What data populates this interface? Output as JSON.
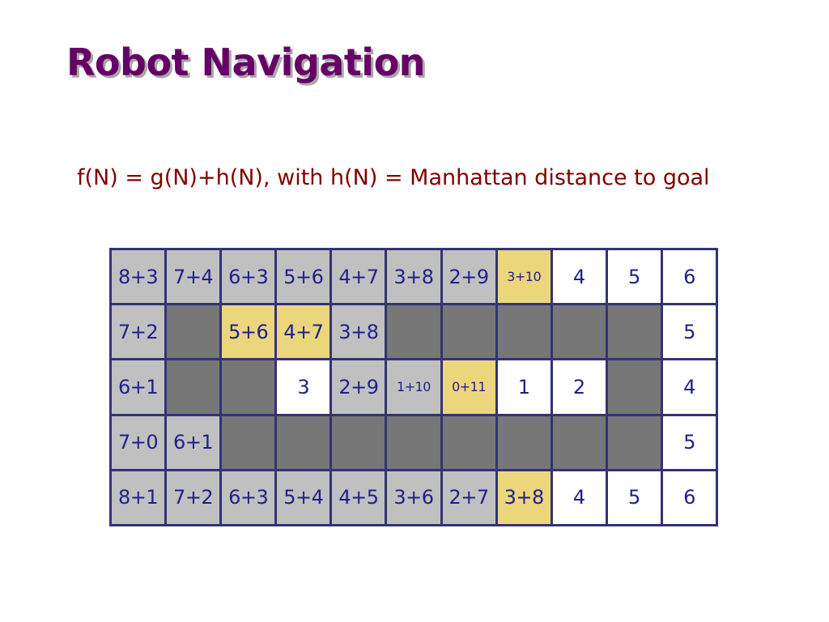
{
  "title": "Robot Navigation",
  "formula": "f(N) = g(N)+h(N), with h(N) = Manhattan distance to goal",
  "colors": {
    "title": "#660066",
    "formula": "#800000",
    "cell_text": "#1f1f8c",
    "grid_line": "#333377",
    "visited": "#c0c0c0",
    "wall": "#777777",
    "path": "#ecd67c",
    "open": "#ffffff"
  },
  "grid": {
    "rows": 5,
    "cols": 11,
    "cells": [
      [
        {
          "label": "8+3",
          "state": "visited"
        },
        {
          "label": "7+4",
          "state": "visited"
        },
        {
          "label": "6+3",
          "state": "visited"
        },
        {
          "label": "5+6",
          "state": "visited"
        },
        {
          "label": "4+7",
          "state": "visited"
        },
        {
          "label": "3+8",
          "state": "visited"
        },
        {
          "label": "2+9",
          "state": "visited"
        },
        {
          "label": "3+10",
          "state": "path"
        },
        {
          "label": "4",
          "state": "open"
        },
        {
          "label": "5",
          "state": "open"
        },
        {
          "label": "6",
          "state": "open"
        }
      ],
      [
        {
          "label": "7+2",
          "state": "visited"
        },
        {
          "label": "",
          "state": "wall"
        },
        {
          "label": "5+6",
          "state": "path"
        },
        {
          "label": "4+7",
          "state": "path"
        },
        {
          "label": "3+8",
          "state": "visited"
        },
        {
          "label": "",
          "state": "wall"
        },
        {
          "label": "",
          "state": "wall"
        },
        {
          "label": "",
          "state": "wall"
        },
        {
          "label": "",
          "state": "wall"
        },
        {
          "label": "",
          "state": "wall"
        },
        {
          "label": "5",
          "state": "open"
        }
      ],
      [
        {
          "label": "6+1",
          "state": "visited"
        },
        {
          "label": "",
          "state": "wall"
        },
        {
          "label": "",
          "state": "wall"
        },
        {
          "label": "3",
          "state": "open"
        },
        {
          "label": "2+9",
          "state": "visited"
        },
        {
          "label": "1+10",
          "state": "visited"
        },
        {
          "label": "0+11",
          "state": "path"
        },
        {
          "label": "1",
          "state": "open"
        },
        {
          "label": "2",
          "state": "open"
        },
        {
          "label": "",
          "state": "wall"
        },
        {
          "label": "4",
          "state": "open"
        }
      ],
      [
        {
          "label": "7+0",
          "state": "visited"
        },
        {
          "label": "6+1",
          "state": "visited"
        },
        {
          "label": "",
          "state": "wall"
        },
        {
          "label": "",
          "state": "wall"
        },
        {
          "label": "",
          "state": "wall"
        },
        {
          "label": "",
          "state": "wall"
        },
        {
          "label": "",
          "state": "wall"
        },
        {
          "label": "",
          "state": "wall"
        },
        {
          "label": "",
          "state": "wall"
        },
        {
          "label": "",
          "state": "wall"
        },
        {
          "label": "5",
          "state": "open"
        }
      ],
      [
        {
          "label": "8+1",
          "state": "visited"
        },
        {
          "label": "7+2",
          "state": "visited"
        },
        {
          "label": "6+3",
          "state": "visited"
        },
        {
          "label": "5+4",
          "state": "visited"
        },
        {
          "label": "4+5",
          "state": "visited"
        },
        {
          "label": "3+6",
          "state": "visited"
        },
        {
          "label": "2+7",
          "state": "visited"
        },
        {
          "label": "3+8",
          "state": "path"
        },
        {
          "label": "4",
          "state": "open"
        },
        {
          "label": "5",
          "state": "open"
        },
        {
          "label": "6",
          "state": "open"
        }
      ]
    ]
  }
}
